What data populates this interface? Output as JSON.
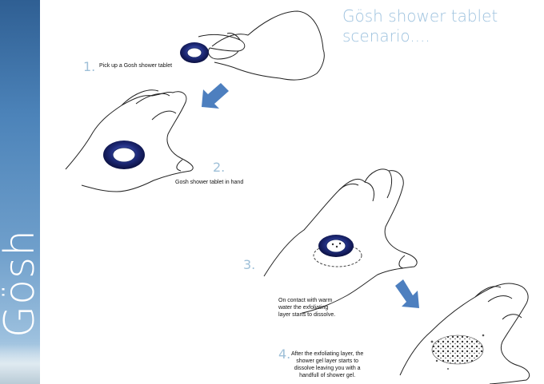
{
  "brand": "Gösh",
  "title": {
    "line1": "Gösh shower tablet",
    "line2": "scenario...."
  },
  "steps": [
    {
      "number": "1.",
      "caption": "Pick up a Gosh shower tablet"
    },
    {
      "number": "2.",
      "caption": "Gosh shower tablet in hand"
    },
    {
      "number": "3.",
      "caption_lines": [
        "On contact with warm",
        "water the exfoliating",
        "layer starts to dissolve."
      ]
    },
    {
      "number": "4.",
      "caption_lines": [
        "After the exfoliating layer, the",
        "shower gel layer starts to",
        "dissolve leaving you with a",
        "handfull of shower gel."
      ]
    }
  ],
  "colors": {
    "banner": "#4c83b9",
    "title": "#9fc3df",
    "arrow": "#4d7fbf",
    "tablet": "#1e2a78"
  }
}
